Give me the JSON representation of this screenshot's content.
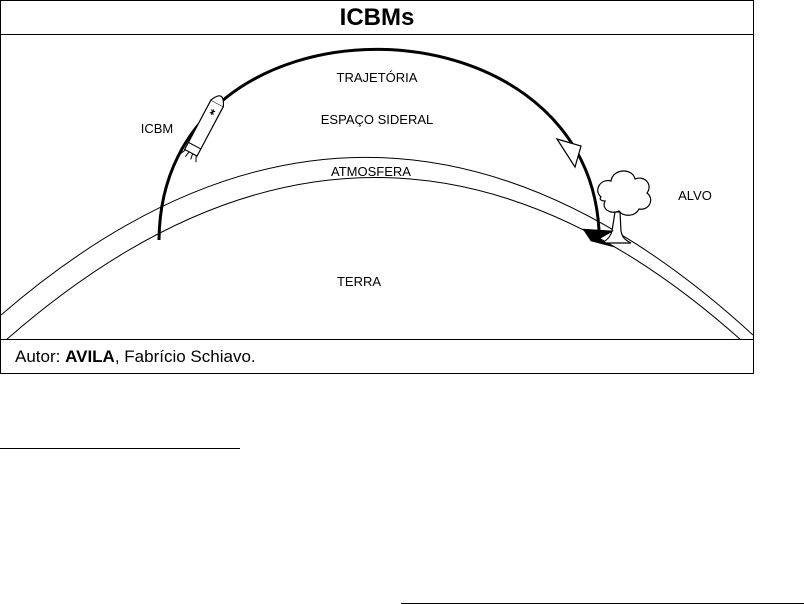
{
  "figure": {
    "title": "ICBMs",
    "labels": {
      "trajectory": "TRAJETÓRIA",
      "outer_space": "ESPAÇO SIDERAL",
      "atmosphere": "ATMOSFERA",
      "earth": "TERRA",
      "missile": "ICBM",
      "target": "ALVO"
    },
    "caption": {
      "prefix": "Autor: ",
      "author_surname": "AVILA",
      "author_rest": ", Fabrício Schiavo."
    }
  }
}
